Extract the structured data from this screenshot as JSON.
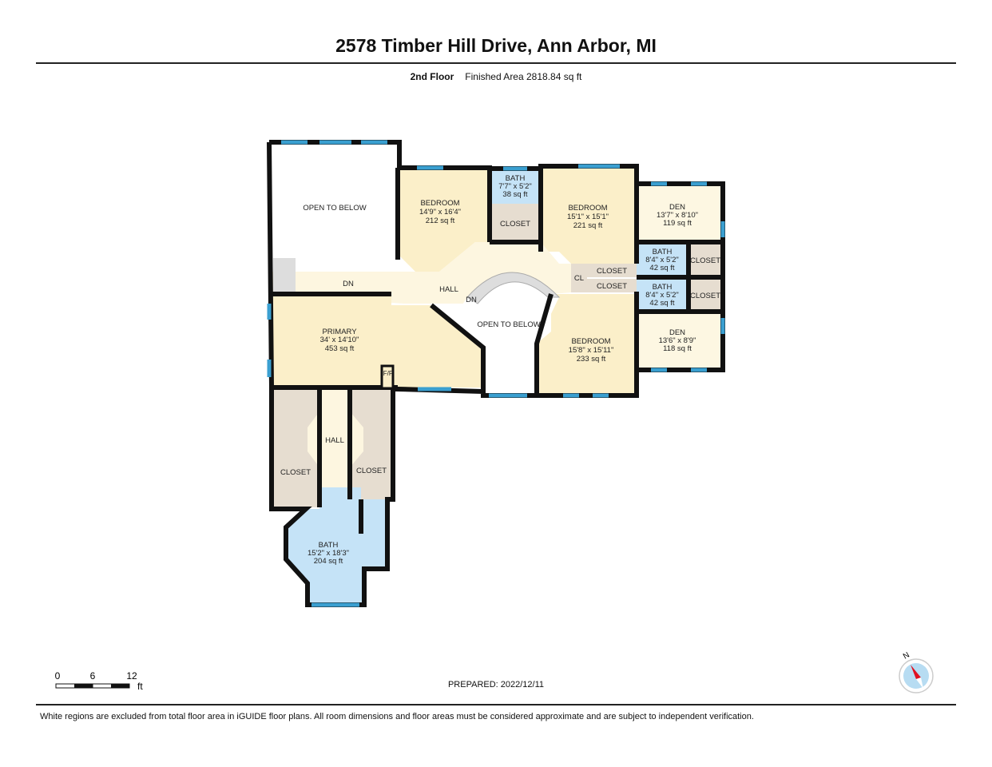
{
  "title": "2578 Timber Hill Drive, Ann Arbor, MI",
  "subtitle": {
    "floor": "2nd Floor",
    "area": "Finished Area 2818.84 sq ft"
  },
  "rooms": {
    "otb1": {
      "name": "OPEN TO BELOW"
    },
    "bed1": {
      "name": "BEDROOM",
      "dim": "14'9\" x 16'4\"",
      "area": "212 sq ft"
    },
    "bath1": {
      "name": "BATH",
      "dim": "7'7\" x 5'2\"",
      "area": "38 sq ft"
    },
    "closet1": {
      "name": "CLOSET"
    },
    "bed2": {
      "name": "BEDROOM",
      "dim": "15'1\" x 15'1\"",
      "area": "221 sq ft"
    },
    "den1": {
      "name": "DEN",
      "dim": "13'7\" x 8'10\"",
      "area": "119 sq ft"
    },
    "bath2": {
      "name": "BATH",
      "dim": "8'4\" x 5'2\"",
      "area": "42 sq ft"
    },
    "closet2": {
      "name": "CLOSET"
    },
    "cl": {
      "name": "CL"
    },
    "closet3": {
      "name": "CLOSET"
    },
    "closet4": {
      "name": "CLOSET"
    },
    "bath3": {
      "name": "BATH",
      "dim": "8'4\" x 5'2\"",
      "area": "42 sq ft"
    },
    "closet5": {
      "name": "CLOSET"
    },
    "den2": {
      "name": "DEN",
      "dim": "13'6\" x 8'9\"",
      "area": "118 sq ft"
    },
    "bed3": {
      "name": "BEDROOM",
      "dim": "15'8\" x 15'11\"",
      "area": "233 sq ft"
    },
    "otb2": {
      "name": "OPEN TO BELOW"
    },
    "hall1": {
      "name": "HALL"
    },
    "dn1": {
      "name": "DN"
    },
    "dn2": {
      "name": "DN"
    },
    "primary": {
      "name": "PRIMARY",
      "dim": "34' x 14'10\"",
      "area": "453 sq ft"
    },
    "fp": {
      "name": "F/P"
    },
    "hall2": {
      "name": "HALL"
    },
    "closet6": {
      "name": "CLOSET"
    },
    "closet7": {
      "name": "CLOSET"
    },
    "bath4": {
      "name": "BATH",
      "dim": "15'2\" x 18'3\"",
      "area": "204 sq ft"
    }
  },
  "scale": {
    "t0": "0",
    "t1": "6",
    "t2": "12",
    "unit": "ft"
  },
  "compass": {
    "label": "N"
  },
  "prepared": "PREPARED: 2022/12/11",
  "footer": "White regions are excluded from total floor area in iGUIDE floor plans. All room dimensions and floor areas must be considered approximate and are subject to independent verification.",
  "colors": {
    "room": "#fbefc9",
    "hall": "#fdf6e0",
    "bath": "#c5e3f7",
    "closet": "#e6ddd0",
    "wall": "#111111",
    "window": "#3a9fd0",
    "den": "#fdf7e2"
  }
}
